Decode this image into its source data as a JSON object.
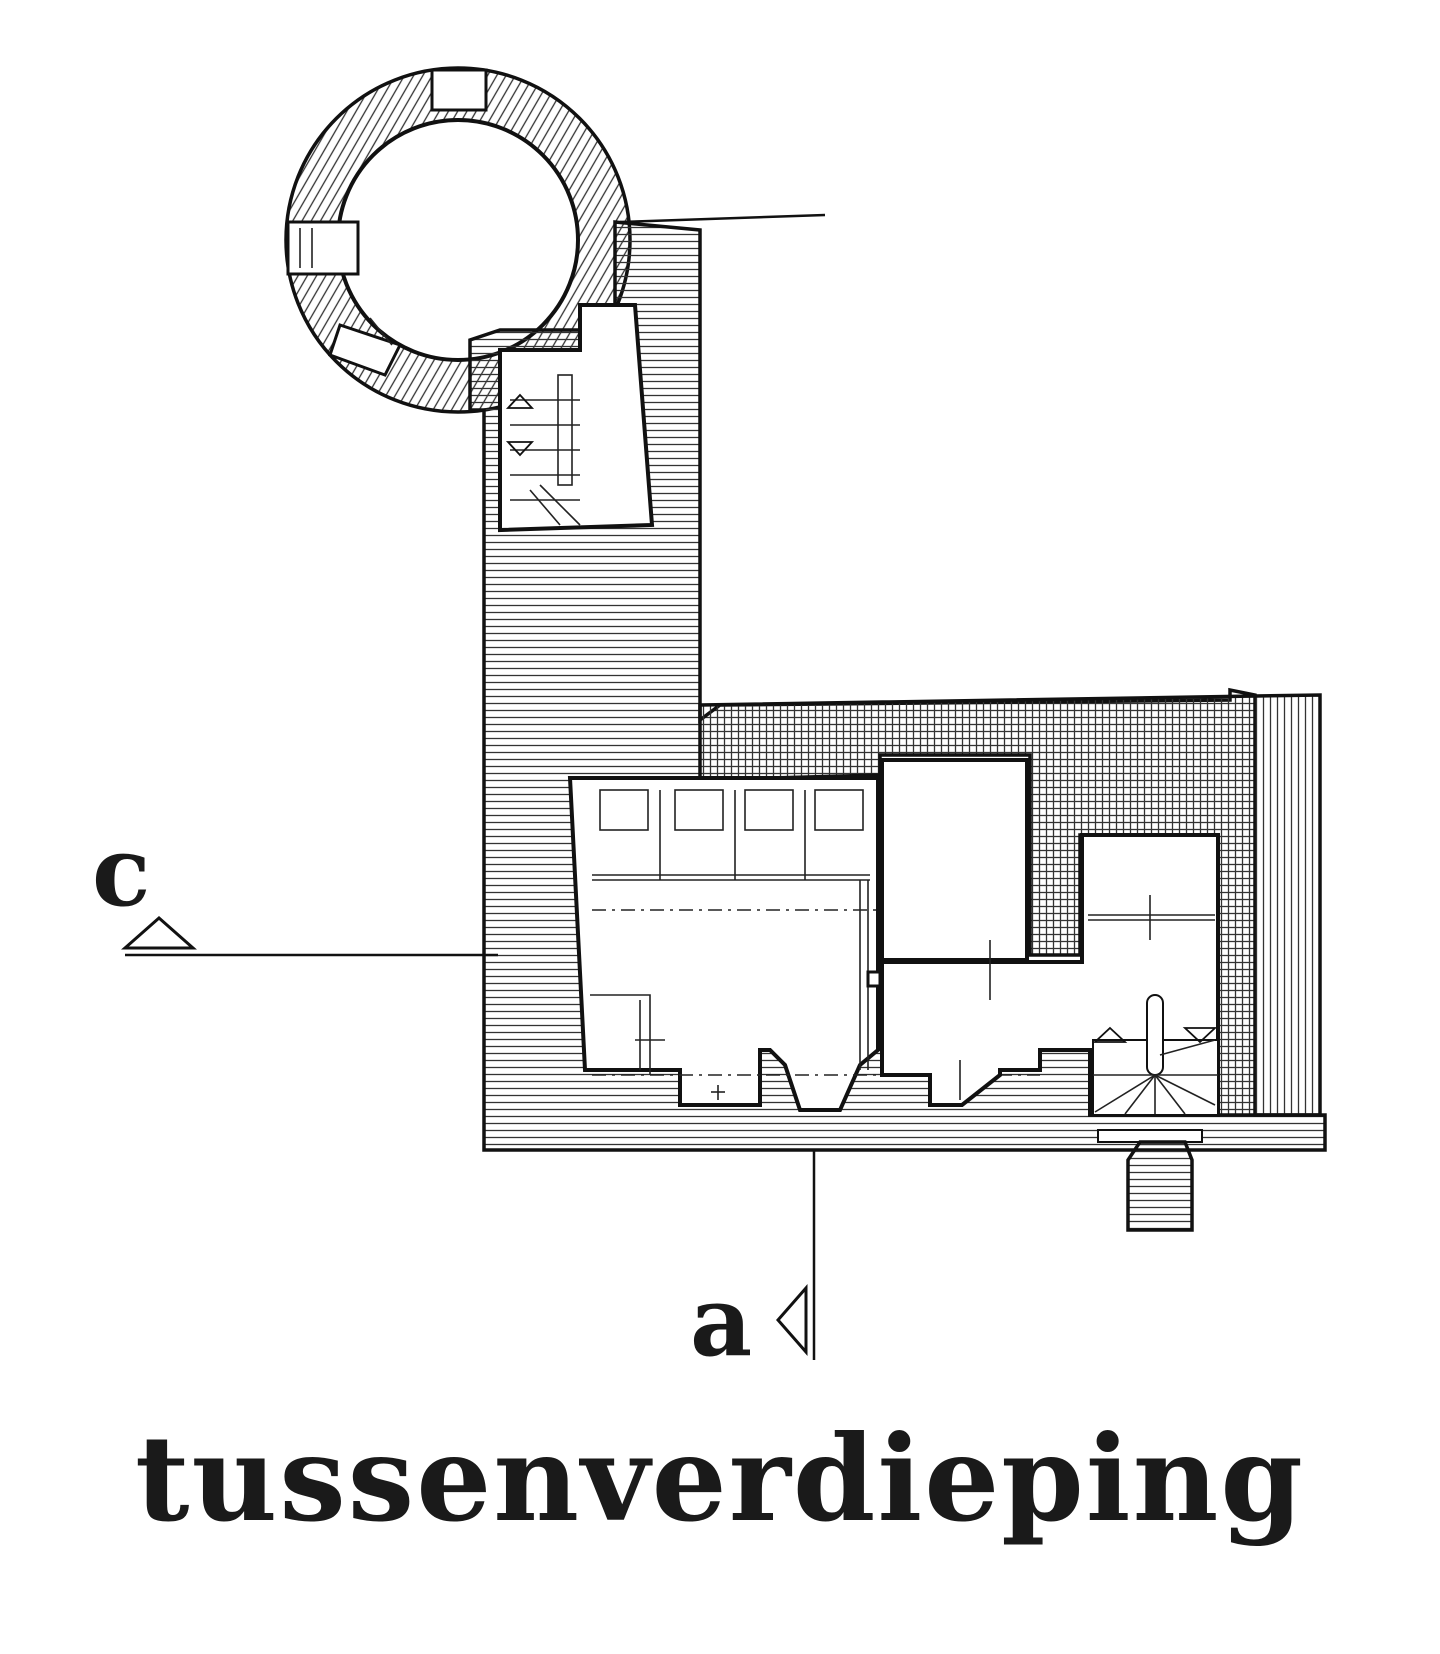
{
  "labels": {
    "section_c": "c",
    "section_a": "a"
  },
  "title": "tussenverdieping",
  "colors": {
    "ink": "#111111",
    "paper": "#ffffff"
  }
}
